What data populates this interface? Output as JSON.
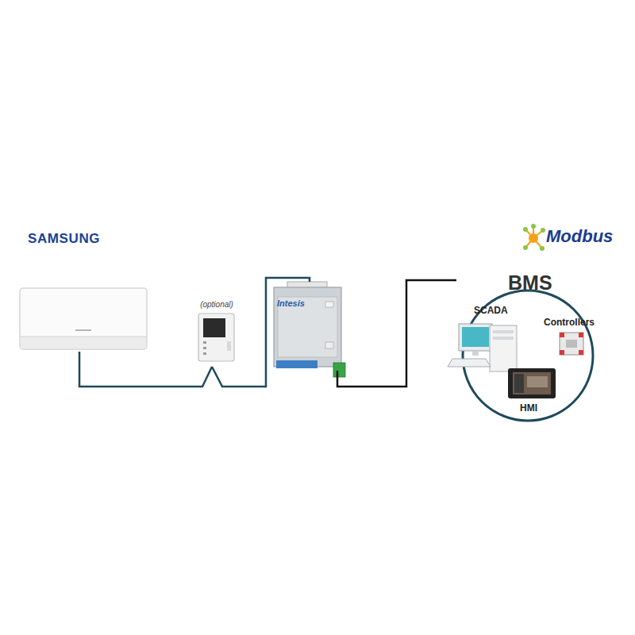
{
  "diagram": {
    "nodes": [
      {
        "text": [
          "SAMSUNG"
        ]
      },
      {
        "text": [
          "(optional)"
        ]
      },
      {
        "text": [
          "Intesis"
        ]
      },
      {
        "text": [
          "BMS"
        ]
      },
      {
        "text": [
          "SCADA"
        ],
        "in": 3
      },
      {
        "text": [
          "Controllers"
        ],
        "in": 3
      },
      {
        "text": [
          "HMI"
        ],
        "in": 3
      }
    ],
    "edges": [
      {
        "from": 0,
        "to": 1,
        "arrow": "none"
      },
      {
        "from": 1,
        "to": 2,
        "arrow": "none"
      },
      {
        "from": 2,
        "to": 3,
        "arrow": "none"
      }
    ],
    "labels": [
      "Modbus"
    ]
  }
}
